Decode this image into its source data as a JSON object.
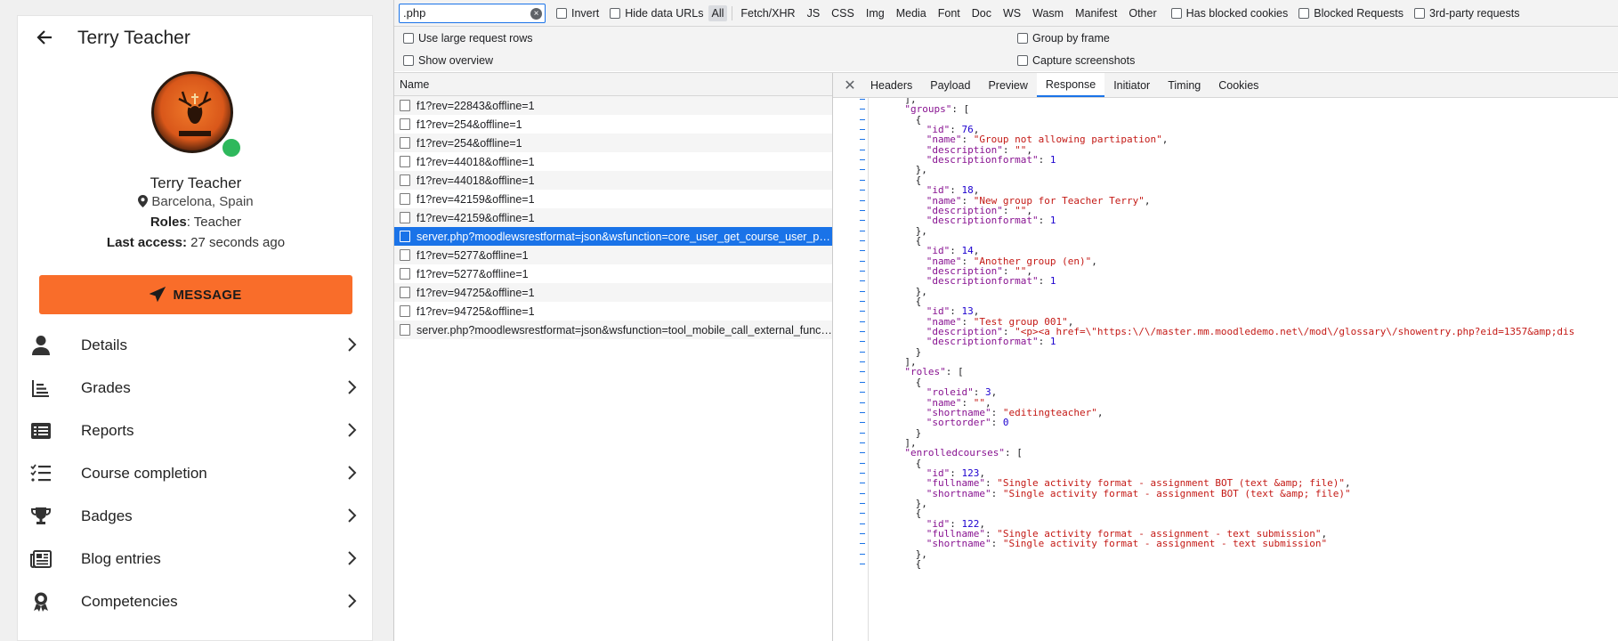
{
  "app": {
    "title": "Terry Teacher",
    "profile": {
      "name": "Terry Teacher",
      "location": "Barcelona, Spain",
      "roles_label": "Roles",
      "roles_value": ": Teacher",
      "last_access_label": "Last access:",
      "last_access_value": " 27 seconds ago",
      "online_color": "#2eb85c"
    },
    "message_button": "MESSAGE",
    "accent_color": "#f96d2a",
    "menu": [
      {
        "label": "Details",
        "icon": "user-icon"
      },
      {
        "label": "Grades",
        "icon": "grades-icon"
      },
      {
        "label": "Reports",
        "icon": "reports-icon"
      },
      {
        "label": "Course completion",
        "icon": "checklist-icon"
      },
      {
        "label": "Badges",
        "icon": "trophy-icon"
      },
      {
        "label": "Blog entries",
        "icon": "newspaper-icon"
      },
      {
        "label": "Competencies",
        "icon": "award-icon"
      }
    ]
  },
  "devtools": {
    "filter_value": ".php",
    "filter_checks": [
      "Invert",
      "Hide data URLs"
    ],
    "type_filters": [
      "All",
      "Fetch/XHR",
      "JS",
      "CSS",
      "Img",
      "Media",
      "Font",
      "Doc",
      "WS",
      "Wasm",
      "Manifest",
      "Other"
    ],
    "active_type": "All",
    "extra_checks": [
      "Has blocked cookies",
      "Blocked Requests",
      "3rd-party requests"
    ],
    "options": {
      "large_rows": "Use large request rows",
      "group_by_frame": "Group by frame",
      "show_overview": "Show overview",
      "capture_screenshots": "Capture screenshots"
    },
    "name_header": "Name",
    "requests": [
      "f1?rev=22843&offline=1",
      "f1?rev=254&offline=1",
      "f1?rev=254&offline=1",
      "f1?rev=44018&offline=1",
      "f1?rev=44018&offline=1",
      "f1?rev=42159&offline=1",
      "f1?rev=42159&offline=1",
      "server.php?moodlewsrestformat=json&wsfunction=core_user_get_course_user_pro...",
      "f1?rev=5277&offline=1",
      "f1?rev=5277&offline=1",
      "f1?rev=94725&offline=1",
      "f1?rev=94725&offline=1",
      "server.php?moodlewsrestformat=json&wsfunction=tool_mobile_call_external_functi..."
    ],
    "selected_request_index": 7,
    "tabs": [
      "Headers",
      "Payload",
      "Preview",
      "Response",
      "Initiator",
      "Timing",
      "Cookies"
    ],
    "active_tab": "Response",
    "response_lines": [
      {
        "indent": 4,
        "parts": [
          [
            "p",
            "],"
          ]
        ]
      },
      {
        "indent": 4,
        "parts": [
          [
            "k",
            "\"groups\""
          ],
          [
            "p",
            ": ["
          ]
        ]
      },
      {
        "indent": 6,
        "parts": [
          [
            "p",
            "{"
          ]
        ]
      },
      {
        "indent": 8,
        "parts": [
          [
            "k",
            "\"id\""
          ],
          [
            "p",
            ": "
          ],
          [
            "n",
            "76"
          ],
          [
            "p",
            ","
          ]
        ]
      },
      {
        "indent": 8,
        "parts": [
          [
            "k",
            "\"name\""
          ],
          [
            "p",
            ": "
          ],
          [
            "s",
            "\"Group not allowing partipation\""
          ],
          [
            "p",
            ","
          ]
        ]
      },
      {
        "indent": 8,
        "parts": [
          [
            "k",
            "\"description\""
          ],
          [
            "p",
            ": "
          ],
          [
            "s",
            "\"\""
          ],
          [
            "p",
            ","
          ]
        ]
      },
      {
        "indent": 8,
        "parts": [
          [
            "k",
            "\"descriptionformat\""
          ],
          [
            "p",
            ": "
          ],
          [
            "n",
            "1"
          ]
        ]
      },
      {
        "indent": 6,
        "parts": [
          [
            "p",
            "},"
          ]
        ]
      },
      {
        "indent": 6,
        "parts": [
          [
            "p",
            "{"
          ]
        ]
      },
      {
        "indent": 8,
        "parts": [
          [
            "k",
            "\"id\""
          ],
          [
            "p",
            ": "
          ],
          [
            "n",
            "18"
          ],
          [
            "p",
            ","
          ]
        ]
      },
      {
        "indent": 8,
        "parts": [
          [
            "k",
            "\"name\""
          ],
          [
            "p",
            ": "
          ],
          [
            "s",
            "\"New group for Teacher Terry\""
          ],
          [
            "p",
            ","
          ]
        ]
      },
      {
        "indent": 8,
        "parts": [
          [
            "k",
            "\"description\""
          ],
          [
            "p",
            ": "
          ],
          [
            "s",
            "\"\""
          ],
          [
            "p",
            ","
          ]
        ]
      },
      {
        "indent": 8,
        "parts": [
          [
            "k",
            "\"descriptionformat\""
          ],
          [
            "p",
            ": "
          ],
          [
            "n",
            "1"
          ]
        ]
      },
      {
        "indent": 6,
        "parts": [
          [
            "p",
            "},"
          ]
        ]
      },
      {
        "indent": 6,
        "parts": [
          [
            "p",
            "{"
          ]
        ]
      },
      {
        "indent": 8,
        "parts": [
          [
            "k",
            "\"id\""
          ],
          [
            "p",
            ": "
          ],
          [
            "n",
            "14"
          ],
          [
            "p",
            ","
          ]
        ]
      },
      {
        "indent": 8,
        "parts": [
          [
            "k",
            "\"name\""
          ],
          [
            "p",
            ": "
          ],
          [
            "s",
            "\"Another group (en)\""
          ],
          [
            "p",
            ","
          ]
        ]
      },
      {
        "indent": 8,
        "parts": [
          [
            "k",
            "\"description\""
          ],
          [
            "p",
            ": "
          ],
          [
            "s",
            "\"\""
          ],
          [
            "p",
            ","
          ]
        ]
      },
      {
        "indent": 8,
        "parts": [
          [
            "k",
            "\"descriptionformat\""
          ],
          [
            "p",
            ": "
          ],
          [
            "n",
            "1"
          ]
        ]
      },
      {
        "indent": 6,
        "parts": [
          [
            "p",
            "},"
          ]
        ]
      },
      {
        "indent": 6,
        "parts": [
          [
            "p",
            "{"
          ]
        ]
      },
      {
        "indent": 8,
        "parts": [
          [
            "k",
            "\"id\""
          ],
          [
            "p",
            ": "
          ],
          [
            "n",
            "13"
          ],
          [
            "p",
            ","
          ]
        ]
      },
      {
        "indent": 8,
        "parts": [
          [
            "k",
            "\"name\""
          ],
          [
            "p",
            ": "
          ],
          [
            "s",
            "\"Test group 001\""
          ],
          [
            "p",
            ","
          ]
        ]
      },
      {
        "indent": 8,
        "parts": [
          [
            "k",
            "\"description\""
          ],
          [
            "p",
            ": "
          ],
          [
            "s",
            "\"<p><a href=\\\"https:\\/\\/master.mm.moodledemo.net\\/mod\\/glossary\\/showentry.php?eid=1357&amp;dis"
          ]
        ]
      },
      {
        "indent": 8,
        "parts": [
          [
            "k",
            "\"descriptionformat\""
          ],
          [
            "p",
            ": "
          ],
          [
            "n",
            "1"
          ]
        ]
      },
      {
        "indent": 6,
        "parts": [
          [
            "p",
            "}"
          ]
        ]
      },
      {
        "indent": 4,
        "parts": [
          [
            "p",
            "],"
          ]
        ]
      },
      {
        "indent": 4,
        "parts": [
          [
            "k",
            "\"roles\""
          ],
          [
            "p",
            ": ["
          ]
        ]
      },
      {
        "indent": 6,
        "parts": [
          [
            "p",
            "{"
          ]
        ]
      },
      {
        "indent": 8,
        "parts": [
          [
            "k",
            "\"roleid\""
          ],
          [
            "p",
            ": "
          ],
          [
            "n",
            "3"
          ],
          [
            "p",
            ","
          ]
        ]
      },
      {
        "indent": 8,
        "parts": [
          [
            "k",
            "\"name\""
          ],
          [
            "p",
            ": "
          ],
          [
            "s",
            "\"\""
          ],
          [
            "p",
            ","
          ]
        ]
      },
      {
        "indent": 8,
        "parts": [
          [
            "k",
            "\"shortname\""
          ],
          [
            "p",
            ": "
          ],
          [
            "s",
            "\"editingteacher\""
          ],
          [
            "p",
            ","
          ]
        ]
      },
      {
        "indent": 8,
        "parts": [
          [
            "k",
            "\"sortorder\""
          ],
          [
            "p",
            ": "
          ],
          [
            "n",
            "0"
          ]
        ]
      },
      {
        "indent": 6,
        "parts": [
          [
            "p",
            "}"
          ]
        ]
      },
      {
        "indent": 4,
        "parts": [
          [
            "p",
            "],"
          ]
        ]
      },
      {
        "indent": 4,
        "parts": [
          [
            "k",
            "\"enrolledcourses\""
          ],
          [
            "p",
            ": ["
          ]
        ]
      },
      {
        "indent": 6,
        "parts": [
          [
            "p",
            "{"
          ]
        ]
      },
      {
        "indent": 8,
        "parts": [
          [
            "k",
            "\"id\""
          ],
          [
            "p",
            ": "
          ],
          [
            "n",
            "123"
          ],
          [
            "p",
            ","
          ]
        ]
      },
      {
        "indent": 8,
        "parts": [
          [
            "k",
            "\"fullname\""
          ],
          [
            "p",
            ": "
          ],
          [
            "s",
            "\"Single activity format - assignment BOT (text &amp; file)\""
          ],
          [
            "p",
            ","
          ]
        ]
      },
      {
        "indent": 8,
        "parts": [
          [
            "k",
            "\"shortname\""
          ],
          [
            "p",
            ": "
          ],
          [
            "s",
            "\"Single activity format - assignment BOT (text &amp; file)\""
          ]
        ]
      },
      {
        "indent": 6,
        "parts": [
          [
            "p",
            "},"
          ]
        ]
      },
      {
        "indent": 6,
        "parts": [
          [
            "p",
            "{"
          ]
        ]
      },
      {
        "indent": 8,
        "parts": [
          [
            "k",
            "\"id\""
          ],
          [
            "p",
            ": "
          ],
          [
            "n",
            "122"
          ],
          [
            "p",
            ","
          ]
        ]
      },
      {
        "indent": 8,
        "parts": [
          [
            "k",
            "\"fullname\""
          ],
          [
            "p",
            ": "
          ],
          [
            "s",
            "\"Single activity format - assignment - text submission\""
          ],
          [
            "p",
            ","
          ]
        ]
      },
      {
        "indent": 8,
        "parts": [
          [
            "k",
            "\"shortname\""
          ],
          [
            "p",
            ": "
          ],
          [
            "s",
            "\"Single activity format - assignment - text submission\""
          ]
        ]
      },
      {
        "indent": 6,
        "parts": [
          [
            "p",
            "},"
          ]
        ]
      },
      {
        "indent": 6,
        "parts": [
          [
            "p",
            "{"
          ]
        ]
      }
    ]
  }
}
